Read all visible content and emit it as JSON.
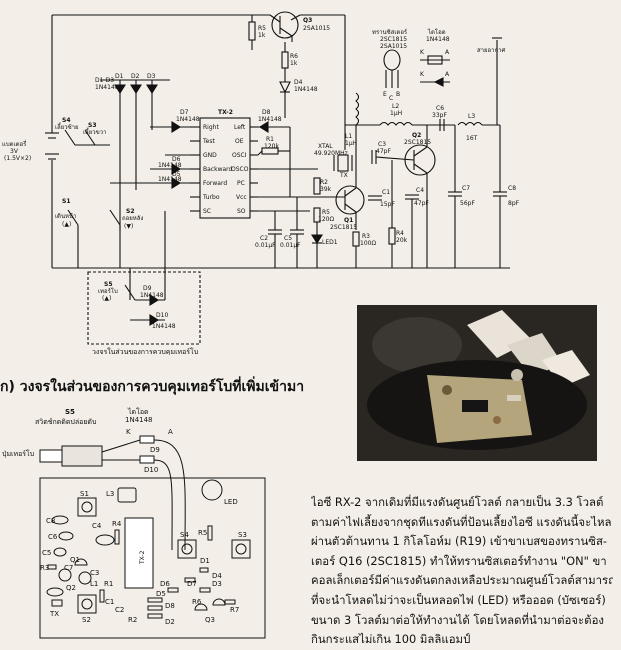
{
  "schematic": {
    "transistors": {
      "q3": {
        "ref": "Q3",
        "part": "2SA1015"
      },
      "q1": {
        "ref": "Q1",
        "part": "2SC1815"
      },
      "q2": {
        "ref": "Q2",
        "part": "2SC1815"
      }
    },
    "resistors": {
      "r5": {
        "ref": "R5",
        "value": "1k"
      },
      "r6": {
        "ref": "R6",
        "value": "1k"
      },
      "r1": {
        "ref": "R1",
        "value": "120k"
      },
      "r2": {
        "ref": "R2",
        "value": "39k"
      },
      "r3": {
        "ref": "R3",
        "value": "100Ω"
      },
      "r4": {
        "ref": "R4",
        "value": "20k"
      },
      "r5b": {
        "ref": "R5",
        "value": "120Ω"
      }
    },
    "diodes": {
      "d4": {
        "ref": "D4",
        "value": "1N4148"
      },
      "d1d3": {
        "ref": "D1-D3",
        "value": "1N4148"
      },
      "d1": "D1",
      "d2": "D2",
      "d3": "D3",
      "d7": {
        "ref": "D7",
        "value": "1N4148"
      },
      "d8": {
        "ref": "D8",
        "value": "1N4148"
      },
      "d6": {
        "ref": "D6",
        "value": "1N4148"
      },
      "d5": {
        "ref": "D5",
        "value": "1N4148"
      },
      "d9": {
        "ref": "D9",
        "value": "1N4148"
      },
      "d10": {
        "ref": "D10",
        "value": "1N4148"
      }
    },
    "ic": {
      "ref": "TX-2",
      "pins_left": [
        "Right",
        "Test",
        "GND",
        "Backward",
        "Forward",
        "Turbo",
        "SC"
      ],
      "pins_right": [
        "Left",
        "OE",
        "OSCI",
        "OSCO",
        "PC",
        "Vcc",
        "SO"
      ]
    },
    "switches": {
      "s4": {
        "ref": "S4",
        "label": "เลี้ยวซ้าย"
      },
      "s3": {
        "ref": "S3",
        "label": "เลี้ยวขวา"
      },
      "s1": {
        "ref": "S1",
        "label": "เดินหน้า",
        "arrow": "(▲)"
      },
      "s2": {
        "ref": "S2",
        "label": "ถอยหลัง",
        "arrow": "(▼)"
      },
      "s5": {
        "ref": "S5",
        "label": "เทอร์โบ",
        "arrow": "(▲)"
      }
    },
    "battery": {
      "label": "แบตเตอรี่",
      "voltage": "3V",
      "cells": "(1.5V×2)"
    },
    "crystal": {
      "label": "XTAL",
      "freq": "49.920MHz",
      "ref": "TX"
    },
    "inductors": {
      "l1": {
        "ref": "L1",
        "value": "1µH"
      },
      "l2": {
        "ref": "L2",
        "value": "1µH"
      },
      "l3": {
        "ref": "L3",
        "value": "16T"
      }
    },
    "capacitors": {
      "c2": {
        "ref": "C2",
        "value": "0.01µF"
      },
      "c5": {
        "ref": "C5",
        "value": "0.01µF"
      },
      "c3": {
        "ref": "C3",
        "value": "47pF"
      },
      "c1": {
        "ref": "C1",
        "value": "15pF"
      },
      "c4": {
        "ref": "C4",
        "value": "47pF"
      },
      "c6": {
        "ref": "C6",
        "value": "33pF"
      },
      "c7": {
        "ref": "C7",
        "value": "56pF"
      },
      "c8": {
        "ref": "C8",
        "value": "8pF"
      }
    },
    "led": "LED1",
    "antenna": "สายอากาศ",
    "transistor_legend": {
      "title": "ทรานซิสเตอร์",
      "parts": "2SC1815\n2SA1015",
      "pins": [
        "E",
        "C",
        "B"
      ]
    },
    "diode_legend": {
      "title": "ไดโอด",
      "part": "1N4148",
      "k": "K",
      "a": "A"
    },
    "box_caption": "วงจรในส่วนของการควบคุมเทอร์โบ"
  },
  "caption_a": "ก) วงจรในส่วนของการควบคุมเทอร์โบที่เพิ่มเข้ามา",
  "pcb": {
    "s5_label": "S5",
    "s5_desc": "สวิตช์กดติดปล่อยดับ",
    "turbo_button": "ปุ่มเทอร์โบ",
    "diode_label": "ไดโอด",
    "diode_part": "1N4148",
    "k": "K",
    "a": "A",
    "d9": "D9",
    "d10": "D10",
    "l3": "L3",
    "led": "LED",
    "s1": "S1",
    "s2": "S2",
    "s3": "S3",
    "s4": "S4",
    "c8": "C8",
    "c4": "C4",
    "c6": "C6",
    "c5": "C5",
    "c7": "C7",
    "c3": "C3",
    "r4": "R4",
    "r5": "R5",
    "r3": "R3",
    "r1": "R1",
    "r6": "R6",
    "r7": "R7",
    "r2": "R2",
    "q1": "Q1",
    "q2": "Q2",
    "q3": "Q3",
    "l1": "L1",
    "tx": "TX",
    "c1": "C1",
    "c2": "C2",
    "d1": "D1",
    "d2": "D2",
    "d3": "D3",
    "d4": "D4",
    "d5": "D5",
    "d6": "D6",
    "d7": "D7",
    "d8": "D8",
    "ic": "TX-2"
  },
  "paragraph": [
    "ไอซี RX-2 จากเดิมที่มีแรงดันศูนย์โวลต์ กลายเป็น 3.3 โวลต์",
    "ตามค่าไฟเลี้ยงจากชุดทีแรงดันที่ป้อนเลี้ยงไอซี แรงดันนี้จะไหล",
    "ผ่านตัวต้านทาน 1 กิโลโอห์ม (R19) เข้าขาเบสของทรานซิส-",
    "เตอร์ Q16 (2SC1815) ทำให้ทรานซิสเตอร์ทำงาน \"ON\" ขา",
    "คอลเล็กเตอร์มีค่าแรงดันตกลงเหลือประมาณศูนย์โวลต์สามารถ",
    "ที่จะนำโหลดไม่ว่าจะเป็นหลอดไฟ (LED) หรือออด (บัซเซอร์)",
    "ขนาด 3 โวลต์มาต่อให้ทำงานได้ โดยโหลดที่นำมาต่อจะต้อง",
    "กินกระแสไม่เกิน 100 มิลลิแอมป์"
  ]
}
